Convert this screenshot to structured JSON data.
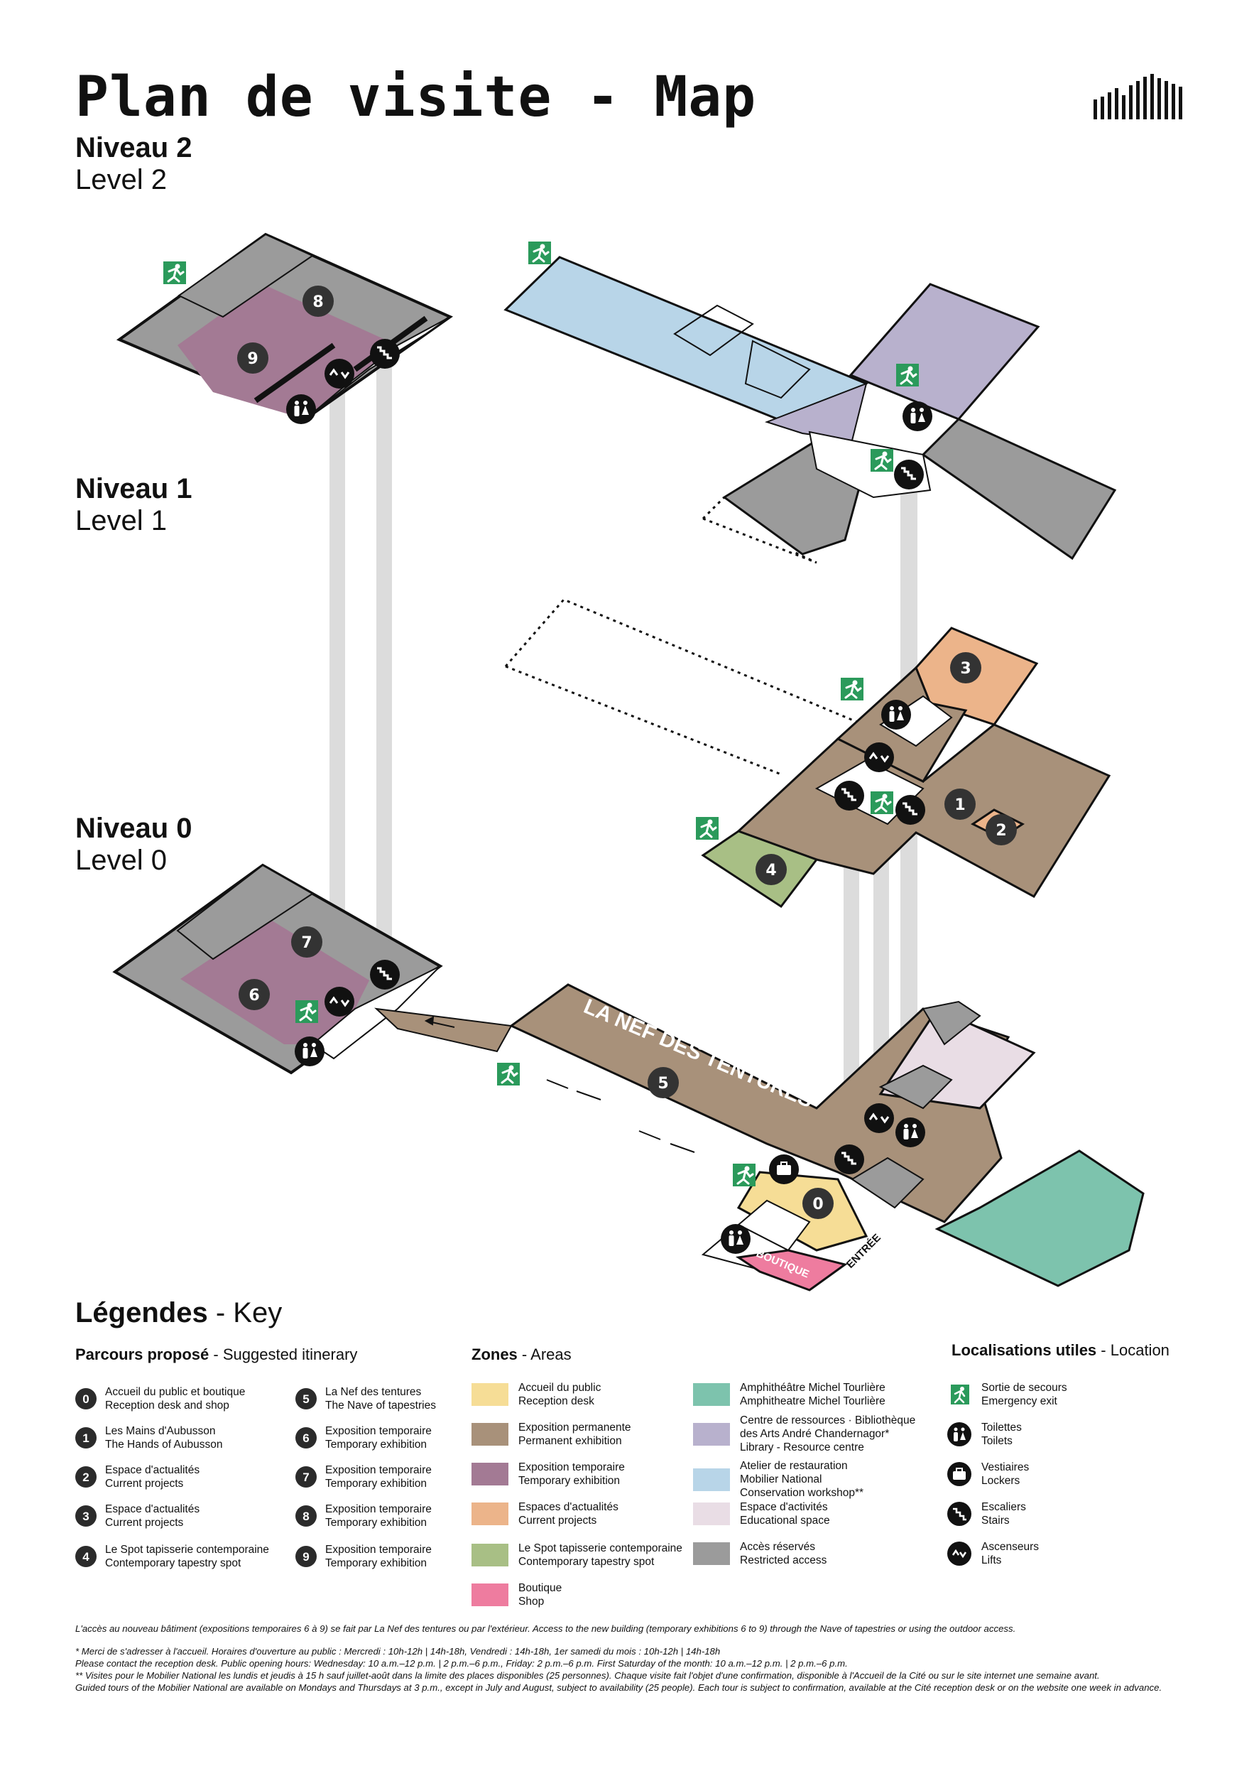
{
  "title": "Plan de visite - Map",
  "levels": {
    "n2": {
      "fr": "Niveau 2",
      "en": "Level 2"
    },
    "n1": {
      "fr": "Niveau 1",
      "en": "Level 1"
    },
    "n0": {
      "fr": "Niveau 0",
      "en": "Level 0"
    }
  },
  "map": {
    "nave_label": "LA NEF DES TENTURES",
    "boutique_label": "BOUTIQUE",
    "entrance_label": "ENTRÉE",
    "badges": [
      "0",
      "1",
      "2",
      "3",
      "4",
      "5",
      "6",
      "7",
      "8",
      "9"
    ]
  },
  "colors": {
    "reception": "#f6dd96",
    "permanent": "#a8917a",
    "temporary": "#a37a94",
    "current": "#ecb48a",
    "spot": "#a8bf85",
    "shop": "#ee7c9f",
    "amphi": "#7dc3ad",
    "library": "#b8b1cd",
    "workshop": "#b8d5e8",
    "educational": "#e9dde5",
    "restricted": "#9b9b9b",
    "exit_green": "#2b9a5b"
  },
  "legend": {
    "title_fr": "Légendes",
    "title_en": "- Key",
    "itinerary": {
      "head_fr": "Parcours proposé",
      "head_en": "- Suggested itinerary",
      "items": [
        {
          "num": "0",
          "fr": "Accueil du public et boutique",
          "en": "Reception desk and shop"
        },
        {
          "num": "1",
          "fr": "Les Mains d'Aubusson",
          "en": "The Hands of Aubusson"
        },
        {
          "num": "2",
          "fr": "Espace d'actualités",
          "en": "Current projects"
        },
        {
          "num": "3",
          "fr": "Espace d'actualités",
          "en": "Current projects"
        },
        {
          "num": "4",
          "fr": "Le Spot tapisserie contemporaine",
          "en": "Contemporary tapestry spot"
        },
        {
          "num": "5",
          "fr": "La Nef des tentures",
          "en": "The Nave of tapestries"
        },
        {
          "num": "6",
          "fr": "Exposition temporaire",
          "en": "Temporary exhibition"
        },
        {
          "num": "7",
          "fr": "Exposition temporaire",
          "en": "Temporary exhibition"
        },
        {
          "num": "8",
          "fr": "Exposition temporaire",
          "en": "Temporary exhibition"
        },
        {
          "num": "9",
          "fr": "Exposition temporaire",
          "en": "Temporary exhibition"
        }
      ]
    },
    "zones": {
      "head_fr": "Zones",
      "head_en": "- Areas",
      "items": [
        {
          "color": "#f6dd96",
          "l1": "Accueil du public",
          "l2": "Reception desk",
          "l3": ""
        },
        {
          "color": "#a8917a",
          "l1": "Exposition permanente",
          "l2": "Permanent exhibition",
          "l3": ""
        },
        {
          "color": "#a37a94",
          "l1": "Exposition temporaire",
          "l2": "Temporary exhibition",
          "l3": ""
        },
        {
          "color": "#ecb48a",
          "l1": "Espaces d'actualités",
          "l2": "Current projects",
          "l3": ""
        },
        {
          "color": "#a8bf85",
          "l1": "Le Spot tapisserie contemporaine",
          "l2": "Contemporary tapestry spot",
          "l3": ""
        },
        {
          "color": "#ee7c9f",
          "l1": "Boutique",
          "l2": "Shop",
          "l3": ""
        },
        {
          "color": "#7dc3ad",
          "l1": "Amphithéâtre Michel Tourlière",
          "l2": "Amphitheatre Michel Tourlière",
          "l3": ""
        },
        {
          "color": "#b8b1cd",
          "l1": "Centre de ressources · Bibliothèque",
          "l2": "des Arts André Chandernagor*",
          "l3": "Library - Resource centre"
        },
        {
          "color": "#b8d5e8",
          "l1": "Atelier de restauration",
          "l2": "Mobilier National",
          "l3": "Conservation workshop**"
        },
        {
          "color": "#e9dde5",
          "l1": "Espace d'activités",
          "l2": "Educational space",
          "l3": ""
        },
        {
          "color": "#9b9b9b",
          "l1": "Accès réservés",
          "l2": "Restricted access",
          "l3": ""
        }
      ]
    },
    "locations": {
      "head_fr": "Localisations utiles",
      "head_en": "- Location",
      "items": [
        {
          "icon": "emergency-exit-icon",
          "fr": "Sortie de secours",
          "en": "Emergency exit"
        },
        {
          "icon": "toilets-icon",
          "fr": "Toilettes",
          "en": "Toilets"
        },
        {
          "icon": "lockers-icon",
          "fr": "Vestiaires",
          "en": "Lockers"
        },
        {
          "icon": "stairs-icon",
          "fr": "Escaliers",
          "en": "Stairs"
        },
        {
          "icon": "lifts-icon",
          "fr": "Ascenseurs",
          "en": "Lifts"
        }
      ]
    }
  },
  "notes": {
    "access": "L'accès au nouveau bâtiment (expositions temporaires 6 à 9) se fait par La Nef des tentures ou par l'extérieur. Access to the new building (temporary exhibitions 6 to 9) through the Nave of tapestries or using the outdoor access.",
    "hours_fr": "* Merci de s'adresser à l'accueil. Horaires d'ouverture au public : Mercredi : 10h-12h | 14h-18h, Vendredi : 14h-18h, 1er samedi du mois : 10h-12h | 14h-18h",
    "hours_en": "Please contact the reception desk. Public opening hours: Wednesday: 10 a.m.–12 p.m. | 2 p.m.–6 p.m., Friday: 2 p.m.–6 p.m. First Saturday of the month: 10 a.m.–12 p.m. | 2 p.m.–6 p.m.",
    "visits_fr": "** Visites pour le Mobilier National les lundis et jeudis à 15 h sauf juillet-août dans la limite des places disponibles (25 personnes). Chaque visite fait l'objet d'une confirmation, disponible à l'Accueil de la Cité ou sur le site internet une semaine avant.",
    "visits_en": "Guided tours of the Mobilier National are available on Mondays and Thursdays at 3 p.m., except in July and August, subject to availability (25 people). Each tour is subject to confirmation, available at the Cité reception desk or on the website one week in advance."
  }
}
